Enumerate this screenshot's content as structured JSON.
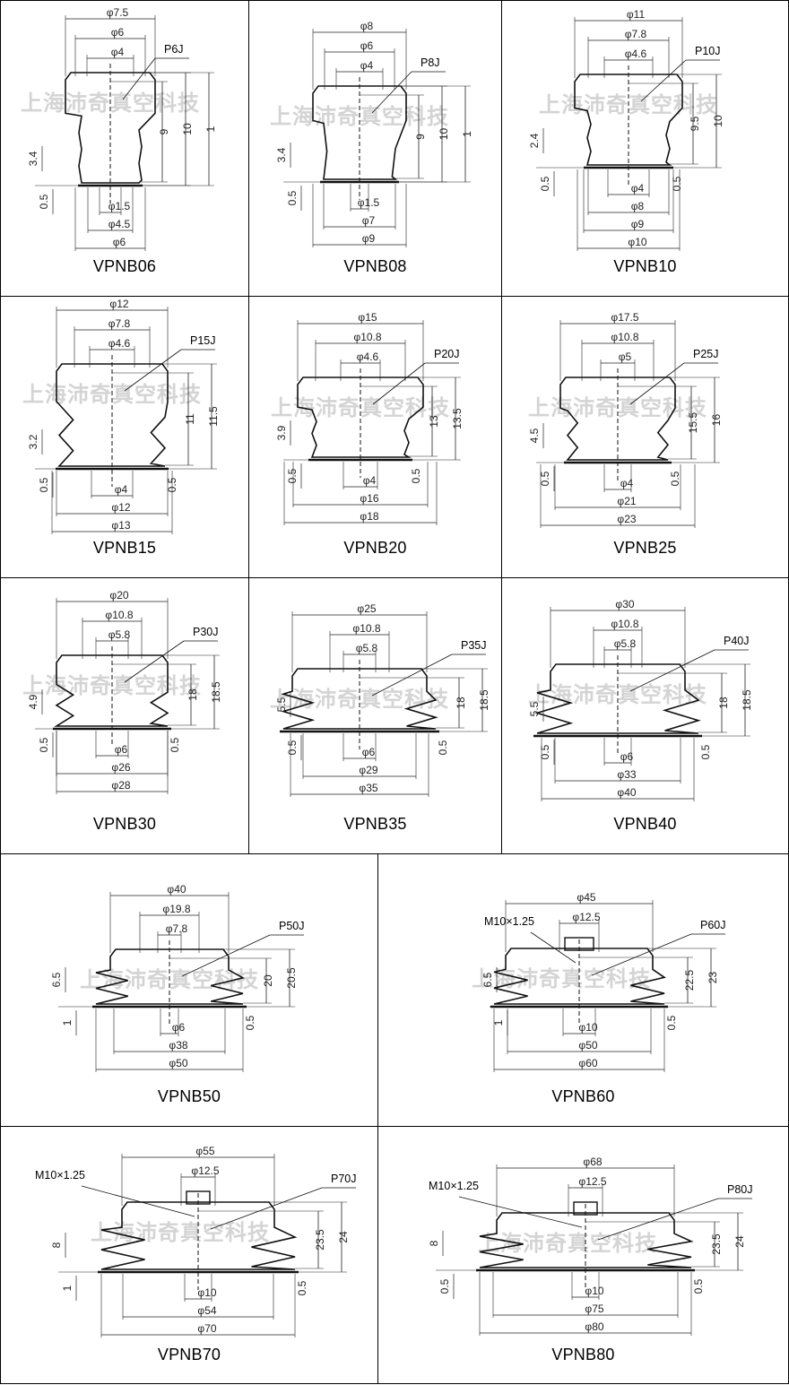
{
  "watermark": "上海沛奇真空科技",
  "cells": [
    {
      "model": "VPNB06",
      "part": "P6J",
      "widths": [
        "φ7.5",
        "φ6",
        "φ4"
      ],
      "bottom": [
        "φ1.5",
        "φ4.5",
        "φ6"
      ],
      "heights": [
        "9",
        "10",
        "1"
      ],
      "left": [
        "3.4",
        "0.5"
      ],
      "right05": ""
    },
    {
      "model": "VPNB08",
      "part": "P8J",
      "widths": [
        "φ8",
        "φ6",
        "φ4"
      ],
      "bottom": [
        "φ1.5",
        "φ7",
        "φ9"
      ],
      "heights": [
        "9",
        "10",
        "1"
      ],
      "left": [
        "3.4",
        "0.5"
      ],
      "right05": ""
    },
    {
      "model": "VPNB10",
      "part": "P10J",
      "widths": [
        "φ11",
        "φ7.8",
        "φ4.6"
      ],
      "bottom": [
        "φ4",
        "φ8",
        "φ9",
        "φ10"
      ],
      "heights": [
        "9.5",
        "10"
      ],
      "left": [
        "2.4",
        "0.5"
      ],
      "right05": "0.5"
    },
    {
      "model": "VPNB15",
      "part": "P15J",
      "widths": [
        "φ12",
        "φ7.8",
        "φ4.6"
      ],
      "bottom": [
        "φ4",
        "φ12",
        "φ13"
      ],
      "heights": [
        "11",
        "11.5"
      ],
      "left": [
        "3.2",
        "0.5"
      ],
      "right05": "0.5"
    },
    {
      "model": "VPNB20",
      "part": "P20J",
      "widths": [
        "φ15",
        "φ10.8",
        "φ4.6"
      ],
      "bottom": [
        "φ4",
        "φ16",
        "φ18"
      ],
      "heights": [
        "13",
        "13.5"
      ],
      "left": [
        "3.9",
        "0.5"
      ],
      "right05": "0.5"
    },
    {
      "model": "VPNB25",
      "part": "P25J",
      "widths": [
        "φ17.5",
        "φ10.8",
        "φ5"
      ],
      "bottom": [
        "φ4",
        "φ21",
        "φ23"
      ],
      "heights": [
        "15.5",
        "16"
      ],
      "left": [
        "4.5",
        "0.5"
      ],
      "right05": "0.5"
    },
    {
      "model": "VPNB30",
      "part": "P30J",
      "widths": [
        "φ20",
        "φ10.8",
        "φ5.8"
      ],
      "bottom": [
        "φ6",
        "φ26",
        "φ28"
      ],
      "heights": [
        "18",
        "18.5"
      ],
      "left": [
        "4.9",
        "0.5"
      ],
      "right05": "0.5"
    },
    {
      "model": "VPNB35",
      "part": "P35J",
      "widths": [
        "φ25",
        "φ10.8",
        "φ5.8"
      ],
      "bottom": [
        "φ6",
        "φ29",
        "φ35"
      ],
      "heights": [
        "18",
        "18.5"
      ],
      "left": [
        "5.5",
        "0.5"
      ],
      "right05": "0.5"
    },
    {
      "model": "VPNB40",
      "part": "P40J",
      "widths": [
        "φ30",
        "φ10.8",
        "φ5.8"
      ],
      "bottom": [
        "φ6",
        "φ33",
        "φ40"
      ],
      "heights": [
        "18",
        "18.5"
      ],
      "left": [
        "5.5",
        "0.5"
      ],
      "right05": "0.5"
    },
    {
      "model": "VPNB50",
      "part": "P50J",
      "widths": [
        "φ40",
        "φ19.8",
        "φ7.8"
      ],
      "bottom": [
        "φ6",
        "φ38",
        "φ50"
      ],
      "heights": [
        "20",
        "20.5"
      ],
      "left": [
        "6.5",
        "1"
      ],
      "right05": "0.5"
    },
    {
      "model": "VPNB60",
      "part": "P60J",
      "thread": "M10×1.25",
      "widths": [
        "φ45",
        "φ12.5"
      ],
      "bottom": [
        "φ10",
        "φ50",
        "φ60"
      ],
      "heights": [
        "22.5",
        "23"
      ],
      "left": [
        "6.5",
        "1"
      ],
      "right05": "0.5"
    },
    {
      "model": "VPNB70",
      "part": "P70J",
      "thread": "M10×1.25",
      "widths": [
        "φ55",
        "φ12.5"
      ],
      "bottom": [
        "φ10",
        "φ54",
        "φ70"
      ],
      "heights": [
        "23.5",
        "24"
      ],
      "left": [
        "8",
        "1"
      ],
      "right05": "0.5"
    },
    {
      "model": "VPNB80",
      "part": "P80J",
      "thread": "M10×1.25",
      "widths": [
        "φ68",
        "φ12.5"
      ],
      "bottom": [
        "φ10",
        "φ75",
        "φ80"
      ],
      "heights": [
        "23.5",
        "24"
      ],
      "left": [
        "8",
        "0.5"
      ],
      "right05": "0.5"
    }
  ]
}
